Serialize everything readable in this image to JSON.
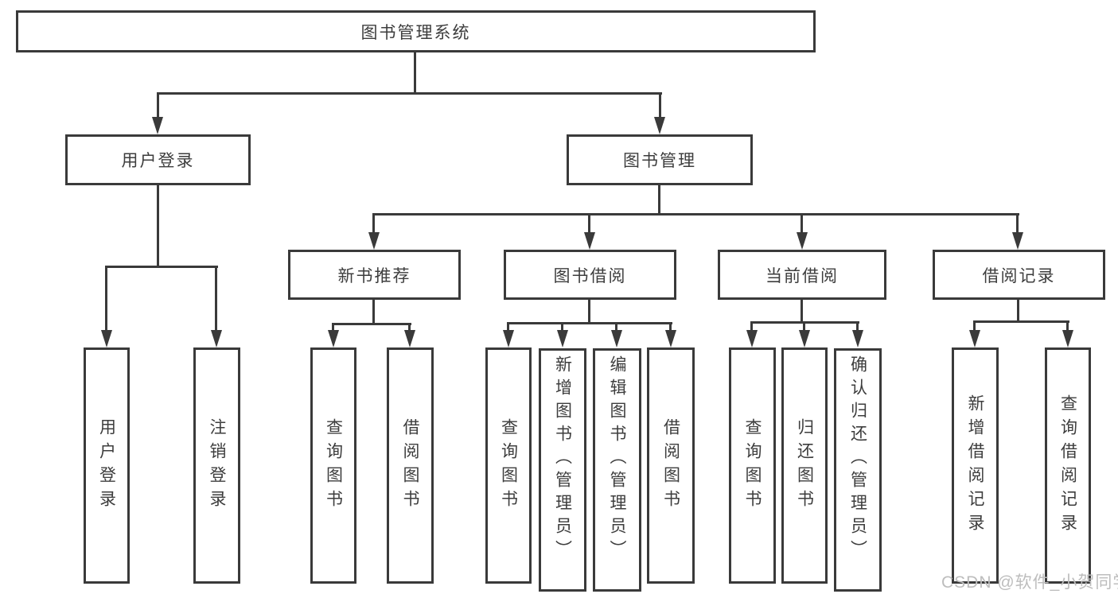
{
  "tree": {
    "root": {
      "label": "图书管理系统",
      "children": [
        {
          "label": "用户登录",
          "children": [
            {
              "label": "用户登录"
            },
            {
              "label": "注销登录"
            }
          ]
        },
        {
          "label": "图书管理",
          "children": [
            {
              "label": "新书推荐",
              "children": [
                {
                  "label": "查询图书"
                },
                {
                  "label": "借阅图书"
                }
              ]
            },
            {
              "label": "图书借阅",
              "children": [
                {
                  "label": "查询图书"
                },
                {
                  "label": "新增图书（管理员）"
                },
                {
                  "label": "编辑图书（管理员）"
                },
                {
                  "label": "借阅图书"
                }
              ]
            },
            {
              "label": "当前借阅",
              "children": [
                {
                  "label": "查询图书"
                },
                {
                  "label": "归还图书"
                },
                {
                  "label": "确认归还（管理员）"
                }
              ]
            },
            {
              "label": "借阅记录",
              "children": [
                {
                  "label": "新增借阅记录"
                },
                {
                  "label": "查询借阅记录"
                }
              ]
            }
          ]
        }
      ]
    }
  },
  "watermark": {
    "text": "CSDN @软件_小贺同学"
  },
  "colors": {
    "line": "#3a3a3a",
    "box_border": "#3a3a3a",
    "text": "#3d3d3d",
    "background": "#ffffff",
    "watermark": "#bdbdbd"
  }
}
